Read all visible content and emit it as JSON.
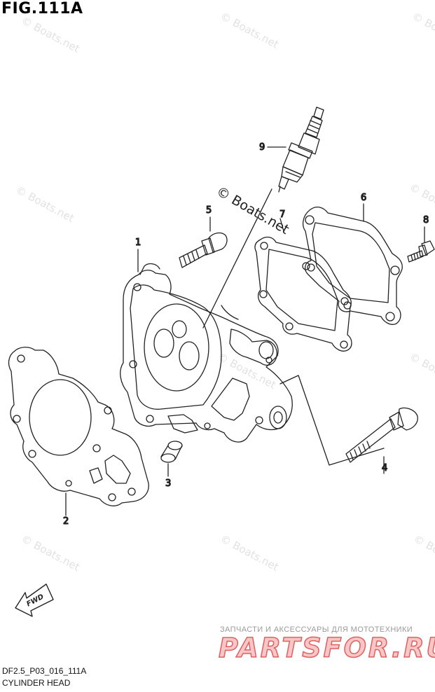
{
  "figure": {
    "title": "FIG.111A",
    "code": "DF2.5_P03_016_111A",
    "section": "CYLINDER HEAD"
  },
  "watermark": {
    "text": "© Boats.net",
    "color": "#e2e2e2"
  },
  "direction_badge": {
    "label": "FWD"
  },
  "parts": [
    {
      "number": "1"
    },
    {
      "number": "2"
    },
    {
      "number": "3"
    },
    {
      "number": "4"
    },
    {
      "number": "5"
    },
    {
      "number": "6"
    },
    {
      "number": "7"
    },
    {
      "number": "8"
    },
    {
      "number": "9"
    }
  ],
  "footer": {
    "banner": "ЗАПЧАСТИ И АКСЕССУАРЫ ДЛЯ МОТОТЕХНИКИ",
    "brand": "PARTSFOR.RU",
    "brand_color": "#e06060"
  }
}
